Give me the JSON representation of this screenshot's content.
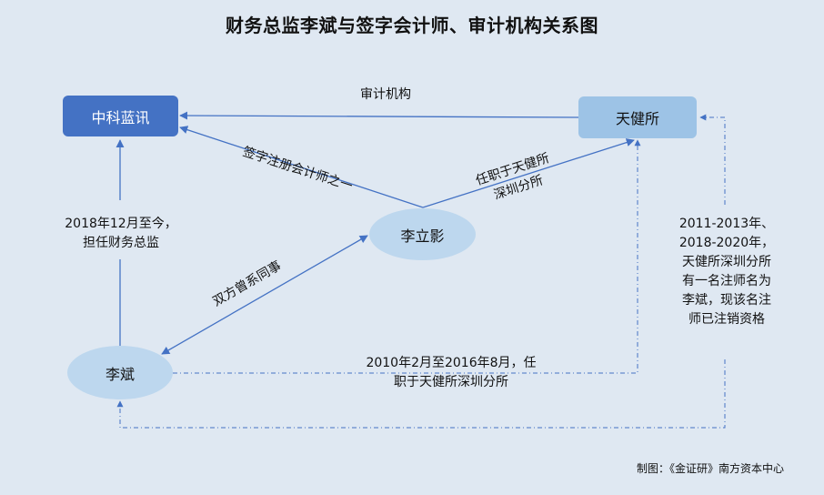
{
  "title": "财务总监李斌与签字会计师、审计机构关系图",
  "nodes": {
    "zhongke": "中科蓝讯",
    "tianjian": "天健所",
    "liliying": "李立影",
    "libin": "李斌"
  },
  "edges": {
    "audit": "审计机构",
    "signing_cpa": "签字注册会计师之一",
    "employed": "任职于天健所\n深圳分所",
    "cfo": "2018年12月至今，\n担任财务总监",
    "colleague": "双方曾系同事",
    "libin_tenure": "2010年2月至2016年8月，任\n职于天健所深圳分所",
    "registered_cpa": "2011-2013年、\n2018-2020年，\n天健所深圳分所\n有一名注师名为\n李斌，现该名注\n师已注销资格"
  },
  "credit": "制图：《金证研》南方资本中心",
  "colors": {
    "background": "#dfe8f2",
    "dark_box": "#4472c4",
    "light_box": "#9dc3e6",
    "ellipse": "#bdd7ee",
    "line": "#4472c4"
  }
}
